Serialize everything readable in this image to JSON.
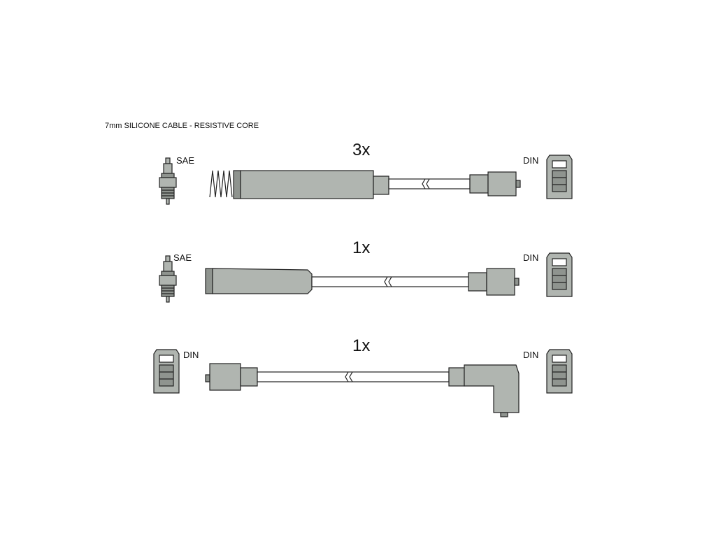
{
  "header": "7mm SILICONE CABLE - RESISTIVE CORE",
  "rows": [
    {
      "qty": "3x",
      "left_label": "SAE",
      "right_label": "DIN"
    },
    {
      "qty": "1x",
      "left_label": "SAE",
      "right_label": "DIN"
    },
    {
      "qty": "1x",
      "left_label": "DIN",
      "right_label": "DIN"
    }
  ],
  "colors": {
    "part": "#b0b5b0",
    "outline": "#222222"
  }
}
